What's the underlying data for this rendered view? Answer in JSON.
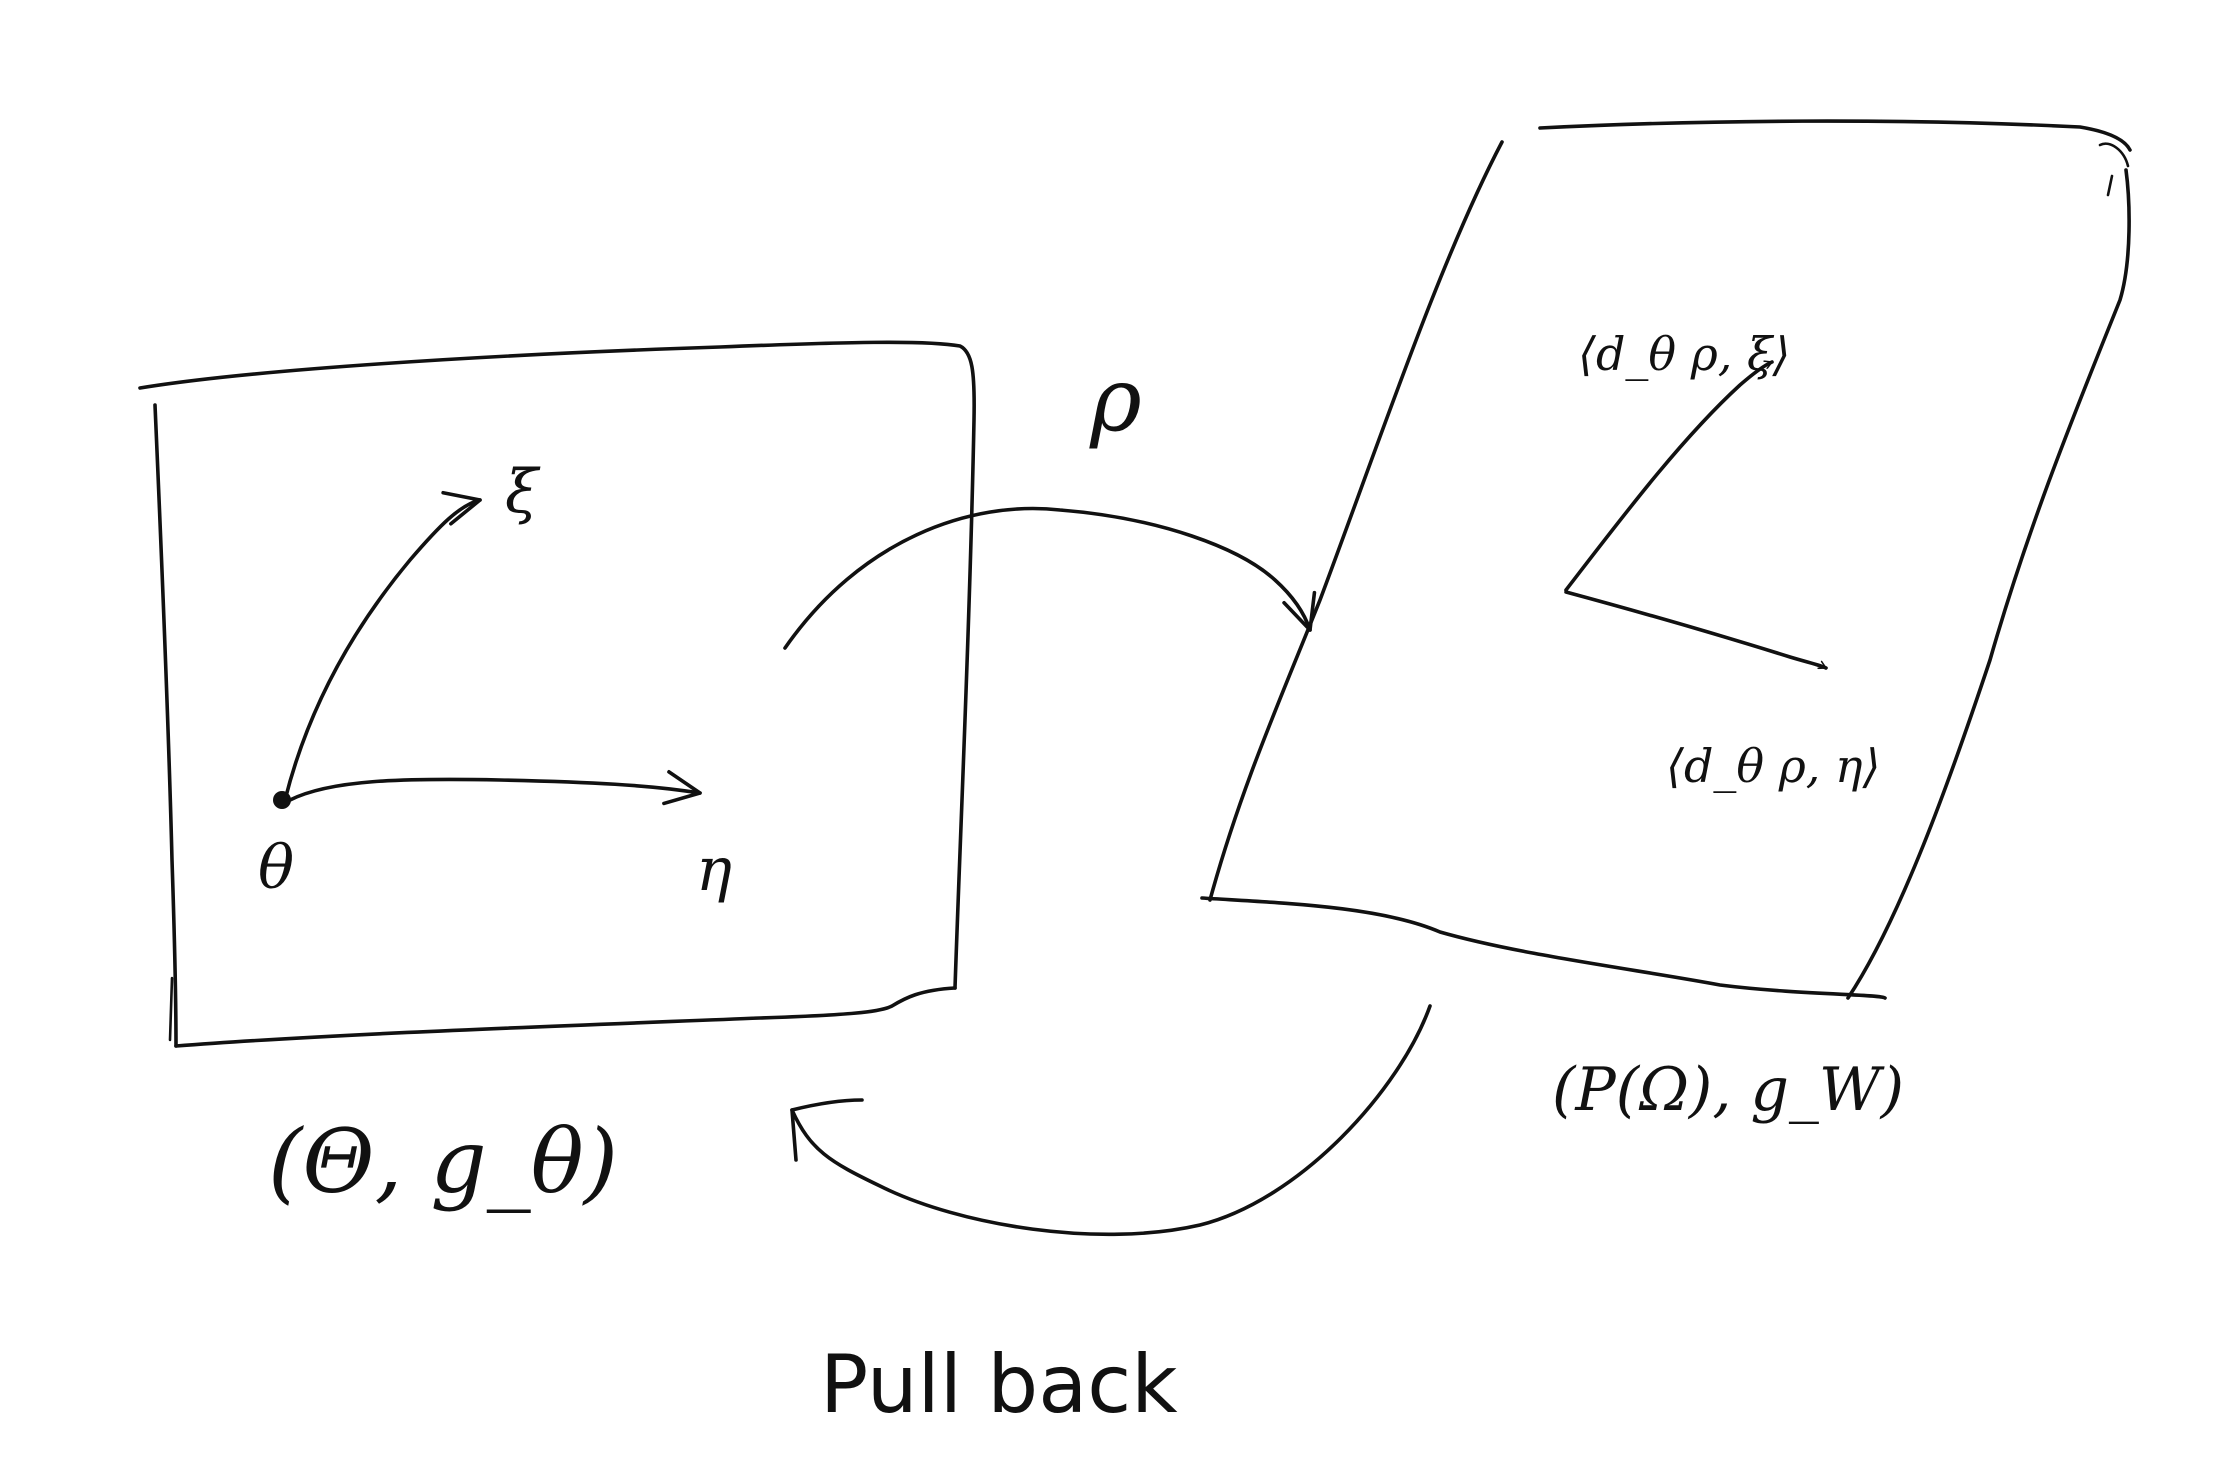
{
  "labels": {
    "theta": "θ",
    "xi_left": "ξ",
    "eta_left": "η",
    "map_rho": "ρ",
    "left_space": "(Θ, g_θ)",
    "right_space": "(P(Ω), g_W)",
    "xi_right": "⟨d_θ ρ, ξ⟩",
    "eta_right": "⟨d_θ ρ, η⟩",
    "caption": "Pull back"
  },
  "colors": {
    "ink": "#111111",
    "background": "#ffffff"
  }
}
